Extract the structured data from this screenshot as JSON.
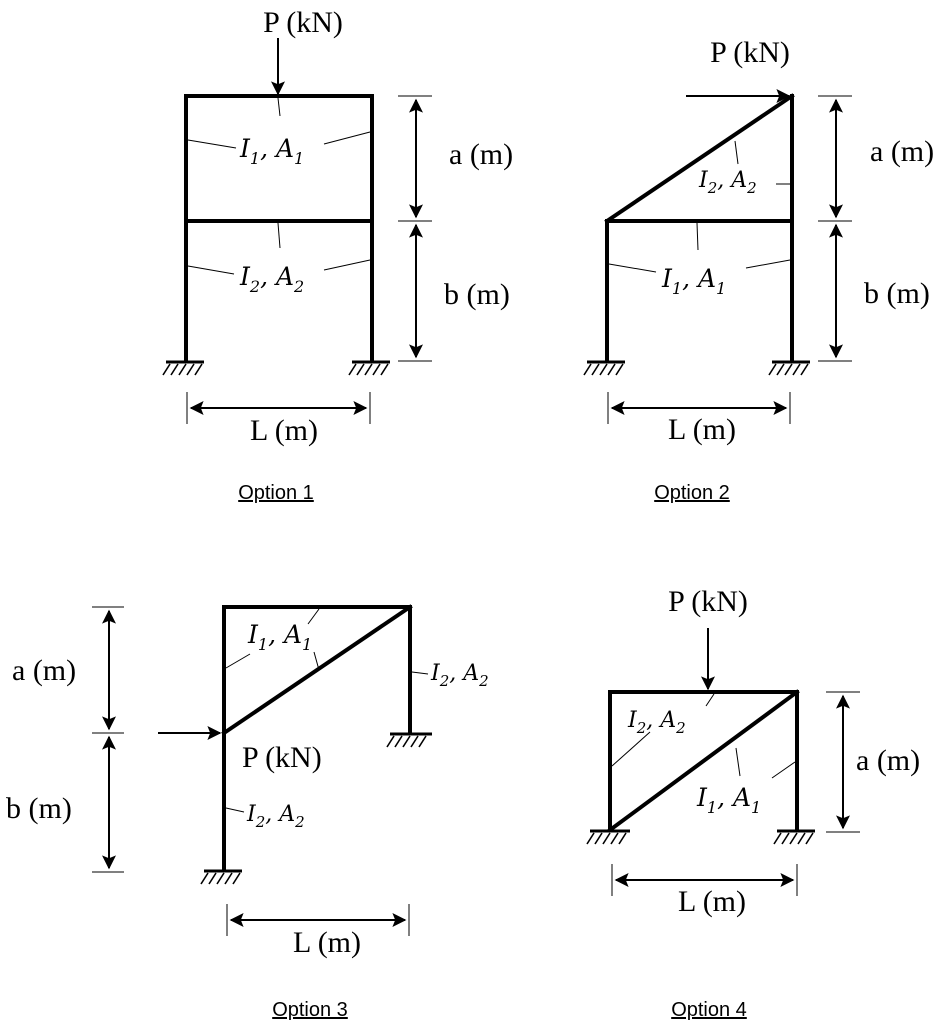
{
  "options": [
    {
      "caption": "Option 1",
      "load": "P (kN)",
      "dim_a": "a (m)",
      "dim_b": "b (m)",
      "dim_L": "L (m)",
      "sec_upper": {
        "I": "I",
        "I_sub": "1",
        "A": "A",
        "A_sub": "1"
      },
      "sec_lower": {
        "I": "I",
        "I_sub": "2",
        "A": "A",
        "A_sub": "2"
      }
    },
    {
      "caption": "Option 2",
      "load": "P (kN)",
      "dim_a": "a (m)",
      "dim_b": "b (m)",
      "dim_L": "L (m)",
      "sec_upper": {
        "I": "I",
        "I_sub": "2",
        "A": "A",
        "A_sub": "2"
      },
      "sec_lower": {
        "I": "I",
        "I_sub": "1",
        "A": "A",
        "A_sub": "1"
      }
    },
    {
      "caption": "Option 3",
      "load": "P (kN)",
      "dim_a": "a (m)",
      "dim_b": "b (m)",
      "dim_L": "L (m)",
      "sec_top": {
        "I": "I",
        "I_sub": "1",
        "A": "A",
        "A_sub": "1"
      },
      "sec_right": {
        "I": "I",
        "I_sub": "2",
        "A": "A",
        "A_sub": "2"
      },
      "sec_left": {
        "I": "I",
        "I_sub": "2",
        "A": "A",
        "A_sub": "2"
      }
    },
    {
      "caption": "Option 4",
      "load": "P (kN)",
      "dim_a": "a (m)",
      "dim_L": "L (m)",
      "sec_top": {
        "I": "I",
        "I_sub": "2",
        "A": "A",
        "A_sub": "2"
      },
      "sec_diag": {
        "I": "I",
        "I_sub": "1",
        "A": "A",
        "A_sub": "1"
      }
    }
  ]
}
